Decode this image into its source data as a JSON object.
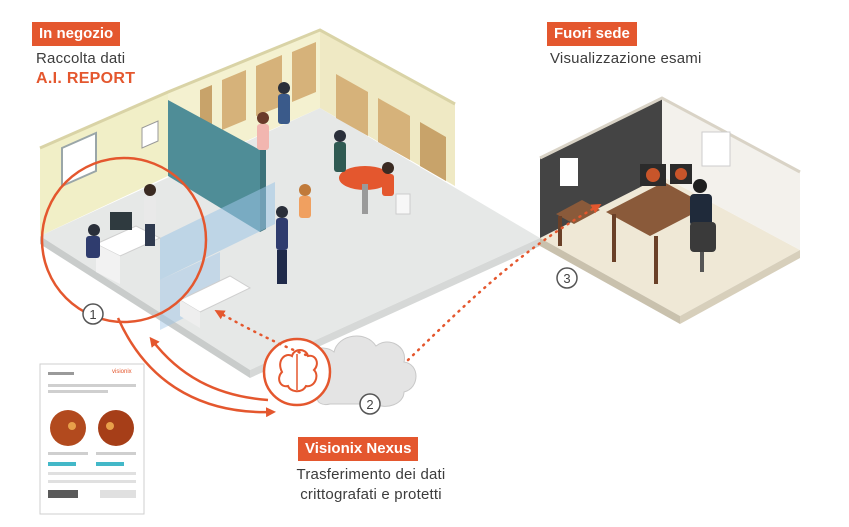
{
  "store": {
    "tag": "In negozio",
    "line1": "Raccolta dati",
    "line2": "A.I. REPORT"
  },
  "remote": {
    "tag": "Fuori sede",
    "line1": "Visualizzazione esami"
  },
  "cloud": {
    "tag": "Visionix Nexus",
    "line1": "Trasferimento dei dati",
    "line2": "crittografati e protetti"
  },
  "steps": [
    "1",
    "2",
    "3"
  ],
  "report": {
    "brand": "visionix"
  },
  "colors": {
    "accent": "#e4572e",
    "text": "#3c3c3c",
    "floor": "#e6e8e7",
    "wall_teal": "#4f8d97",
    "wood": "#c8a36a"
  }
}
